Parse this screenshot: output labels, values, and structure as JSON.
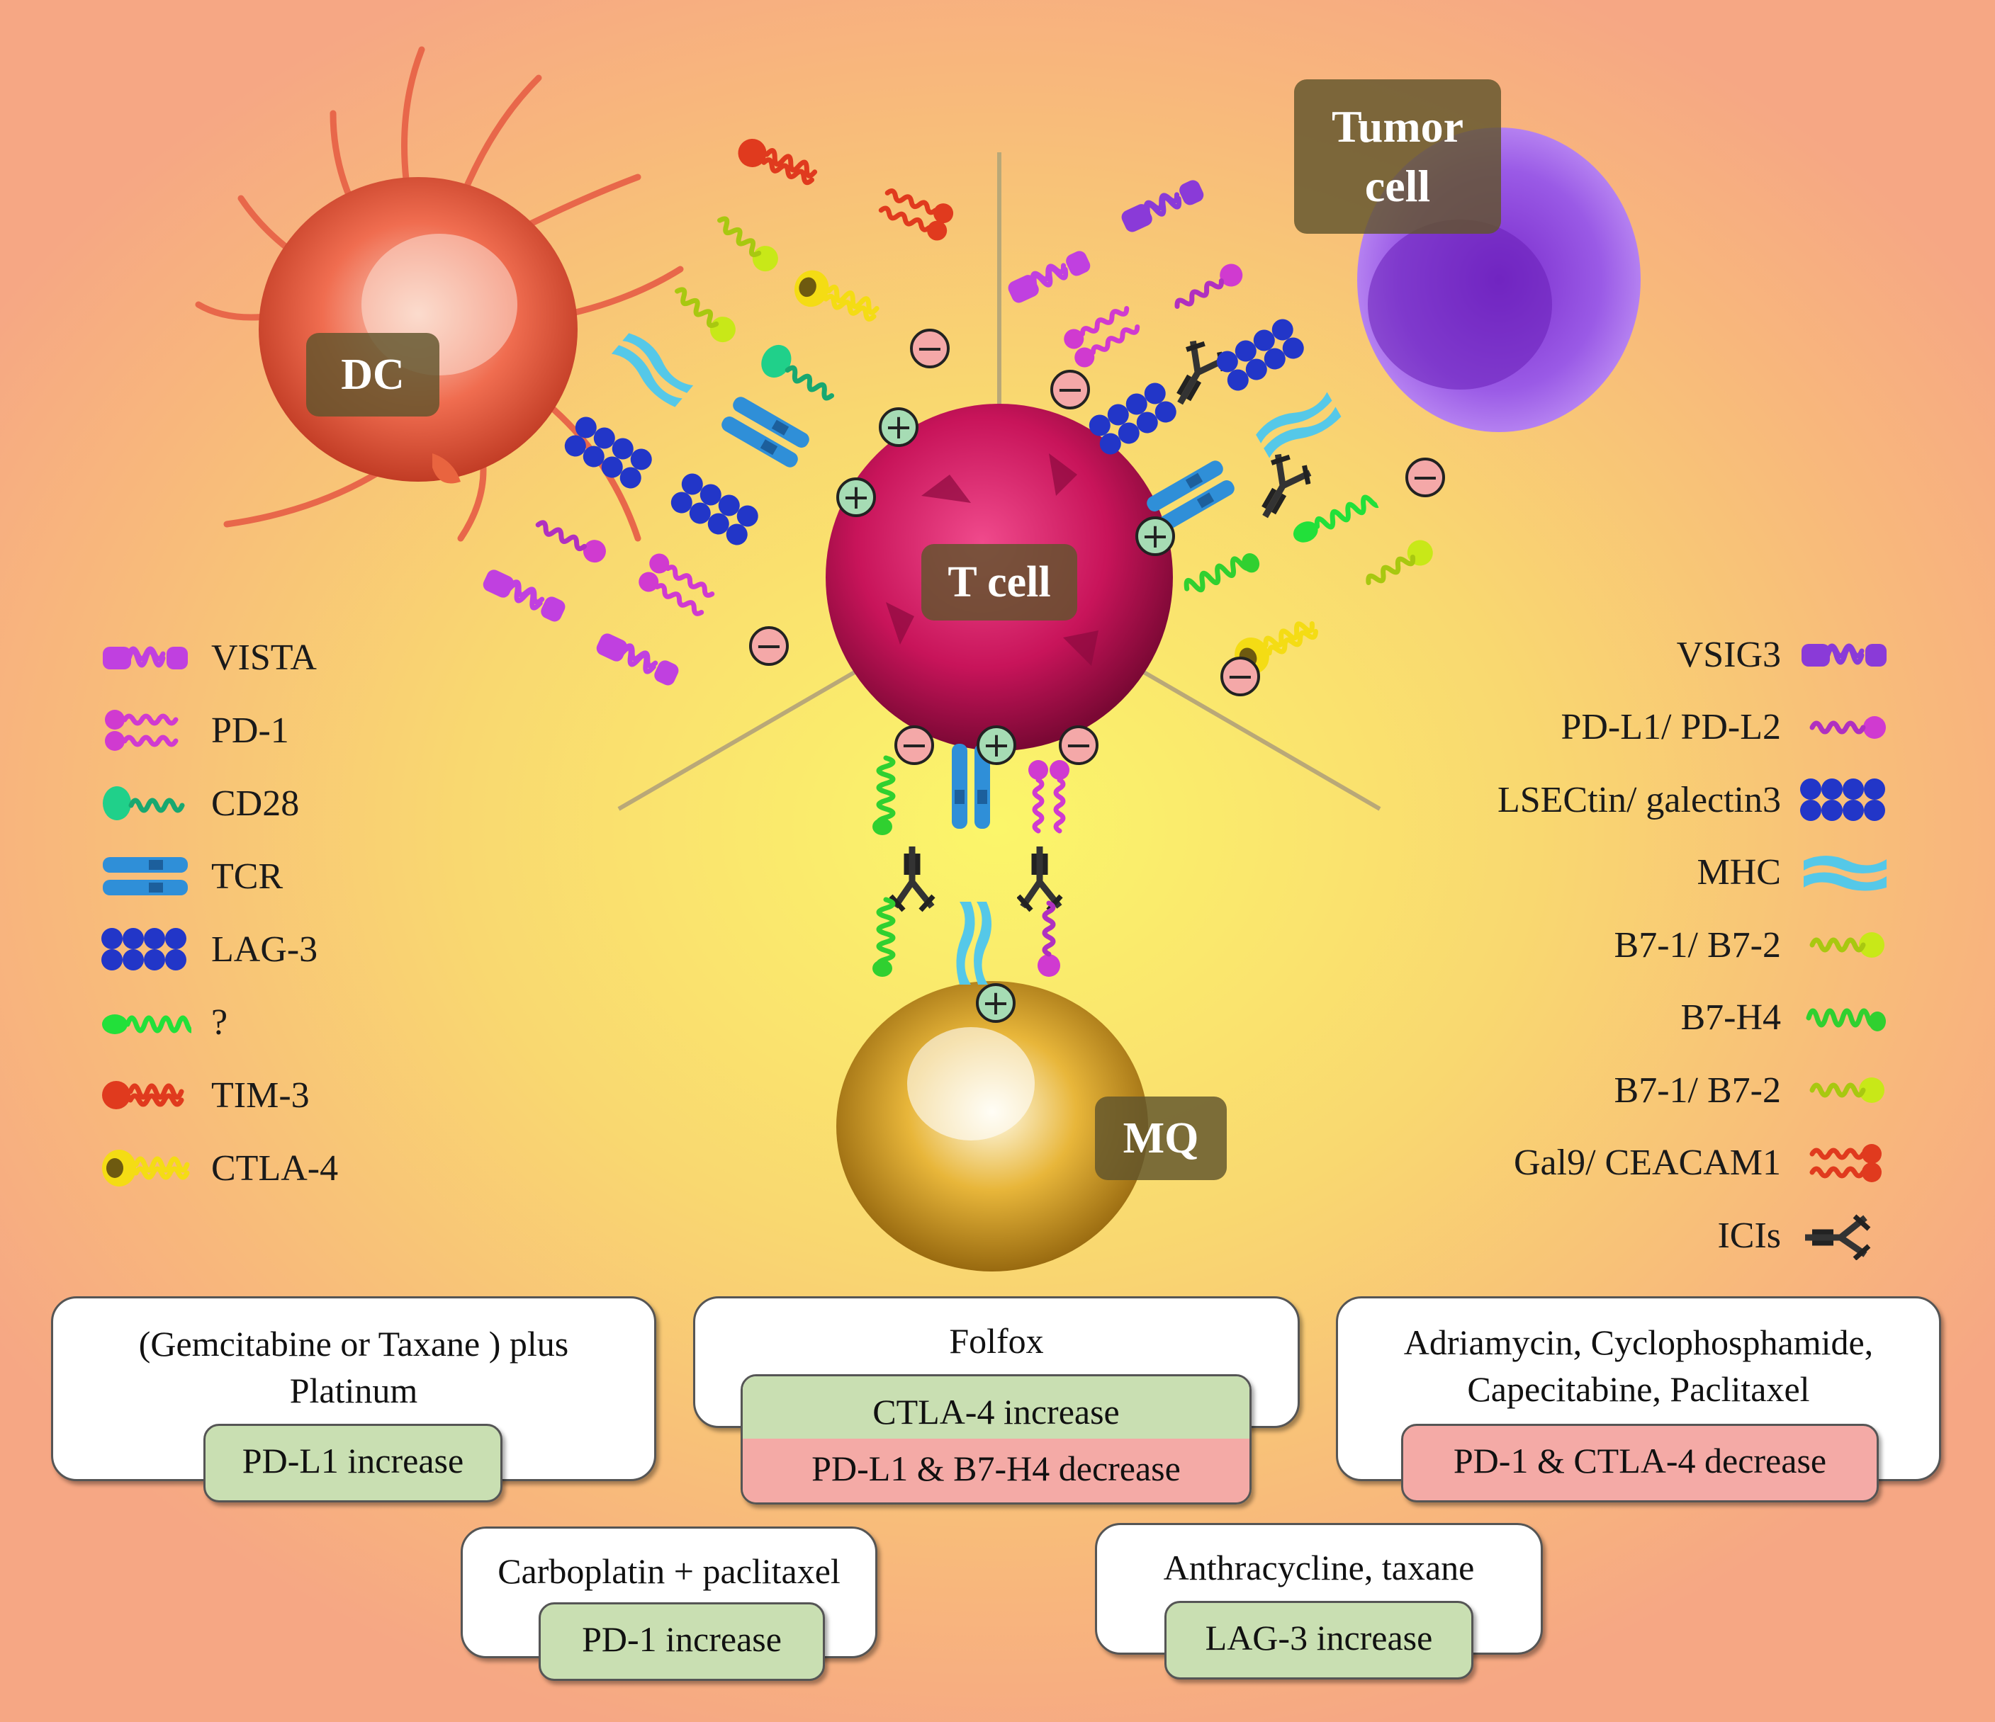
{
  "cells": {
    "t_cell": "T cell",
    "dc": "DC",
    "tumor": "Tumor cell",
    "mq": "MQ"
  },
  "legend_left": [
    {
      "label": "VISTA",
      "icon": "vista-icon"
    },
    {
      "label": "PD-1",
      "icon": "pd1-icon"
    },
    {
      "label": "CD28",
      "icon": "cd28-icon"
    },
    {
      "label": "TCR",
      "icon": "tcr-icon"
    },
    {
      "label": "LAG-3",
      "icon": "lag3-icon"
    },
    {
      "label": "?",
      "icon": "unknown-receptor-icon"
    },
    {
      "label": "TIM-3",
      "icon": "tim3-icon"
    },
    {
      "label": "CTLA-4",
      "icon": "ctla4-icon"
    }
  ],
  "legend_right": [
    {
      "label": "VSIG3",
      "icon": "vsig3-icon"
    },
    {
      "label": "PD-L1/ PD-L2",
      "icon": "pdl1-icon"
    },
    {
      "label": "LSECtin/ galectin3",
      "icon": "lsectin-icon"
    },
    {
      "label": "MHC",
      "icon": "mhc-icon"
    },
    {
      "label": "B7-1/ B7-2",
      "icon": "b7-icon"
    },
    {
      "label": "B7-H4",
      "icon": "b7h4-icon"
    },
    {
      "label": "B7-1/ B7-2",
      "icon": "b7-icon"
    },
    {
      "label": "Gal9/ CEACAM1",
      "icon": "gal9-icon"
    },
    {
      "label": "ICIs",
      "icon": "antibody-icon"
    }
  ],
  "therapies": {
    "gemcitabine": {
      "title_line1": "(Gemcitabine or Taxane ) plus",
      "title_line2": "Platinum",
      "effect": "PD-L1 increase"
    },
    "folfox": {
      "title": "Folfox",
      "effect_up": "CTLA-4 increase",
      "effect_down": "PD-L1 & B7-H4 decrease"
    },
    "adriamycin": {
      "title_line1": "Adriamycin, Cyclophosphamide,",
      "title_line2": "Capecitabine, Paclitaxel",
      "effect": "PD-1 & CTLA-4 decrease"
    },
    "carboplatin": {
      "title": "Carboplatin + paclitaxel",
      "effect": "PD-1 increase"
    },
    "anthracycline": {
      "title": "Anthracycline, taxane",
      "effect": "LAG-3 increase"
    }
  },
  "signs": {
    "plus": "+",
    "minus": "−"
  },
  "colors": {
    "vista": "#c040e0",
    "pd1": "#d03ad0",
    "cd28": "#20d08a",
    "tcr": "#2f8fd8",
    "lag3": "#2236c8",
    "unknown": "#22e03a",
    "tim3": "#e03a1e",
    "ctla4": "#f4dc14",
    "mhc": "#55c8e8",
    "b7": "#c8e818",
    "b7h4": "#30d030",
    "antibody": "#333333",
    "plus_sign": "#a6dcb4",
    "minus_sign": "#f4a8a8"
  }
}
